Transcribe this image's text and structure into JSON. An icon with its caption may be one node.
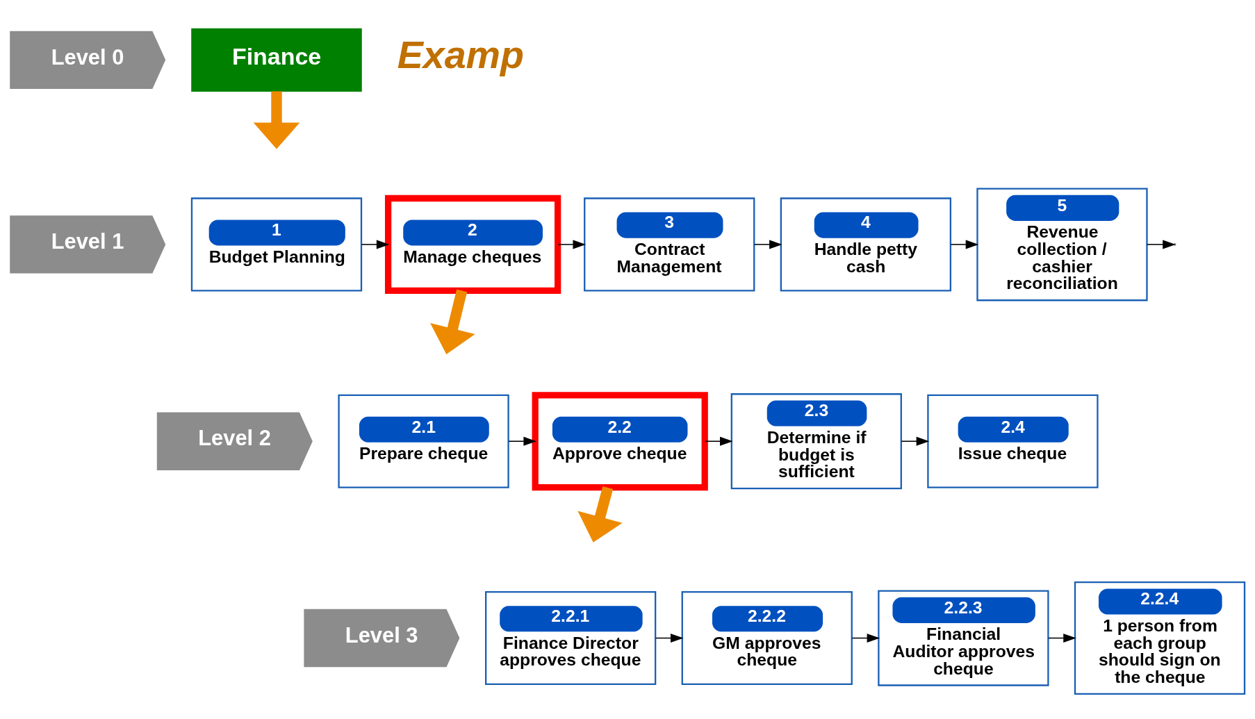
{
  "diagram": {
    "nodes": [
      {
        "text": [
          "Level 0"
        ]
      },
      {
        "text": [
          "Level 1"
        ]
      },
      {
        "text": [
          "Level 2"
        ]
      },
      {
        "text": [
          "Level 3"
        ]
      },
      {
        "text": [
          "Finance"
        ]
      },
      {
        "text": [
          "1",
          "Budget Planning"
        ]
      },
      {
        "text": [
          "2",
          "Manage cheques"
        ]
      },
      {
        "text": [
          "3",
          "Contract Management"
        ]
      },
      {
        "text": [
          "4",
          "Handle petty cash"
        ]
      },
      {
        "text": [
          "5",
          "Revenue collection / cashier reconciliation"
        ]
      },
      {
        "text": [
          "2.1",
          "Prepare cheque"
        ]
      },
      {
        "text": [
          "2.2",
          "Approve cheque"
        ]
      },
      {
        "text": [
          "2.3",
          "Determine if budget is sufficient"
        ]
      },
      {
        "text": [
          "2.4",
          "Issue cheque"
        ]
      },
      {
        "text": [
          "2.2.1",
          "Finance Director approves cheque"
        ]
      },
      {
        "text": [
          "2.2.2",
          "GM approves cheque"
        ]
      },
      {
        "text": [
          "2.2.3",
          "Financial Auditor approves cheque"
        ]
      },
      {
        "text": [
          "2.2.4",
          "1 person from each group should sign on the cheque"
        ]
      }
    ],
    "edges": [
      {
        "from": 4,
        "to": null,
        "arrow": "to",
        "style": "thick",
        "color": "#ee8a00"
      },
      {
        "from": 5,
        "to": 6,
        "arrow": "to"
      },
      {
        "from": 6,
        "to": 7,
        "arrow": "to"
      },
      {
        "from": 7,
        "to": 8,
        "arrow": "to"
      },
      {
        "from": 8,
        "to": 9,
        "arrow": "to"
      },
      {
        "from": 9,
        "to": null,
        "arrow": "to"
      },
      {
        "from": 6,
        "to": null,
        "arrow": "to",
        "style": "thick",
        "color": "#ee8a00"
      },
      {
        "from": 10,
        "to": 11,
        "arrow": "to"
      },
      {
        "from": 11,
        "to": 12,
        "arrow": "to"
      },
      {
        "from": 12,
        "to": 13,
        "arrow": "to"
      },
      {
        "from": 11,
        "to": null,
        "arrow": "to",
        "style": "thick",
        "color": "#ee8a00"
      },
      {
        "from": 14,
        "to": 15,
        "arrow": "to"
      },
      {
        "from": 15,
        "to": 16,
        "arrow": "to"
      },
      {
        "from": 16,
        "to": 17,
        "arrow": "to"
      }
    ],
    "labels": [
      "Examp"
    ]
  }
}
